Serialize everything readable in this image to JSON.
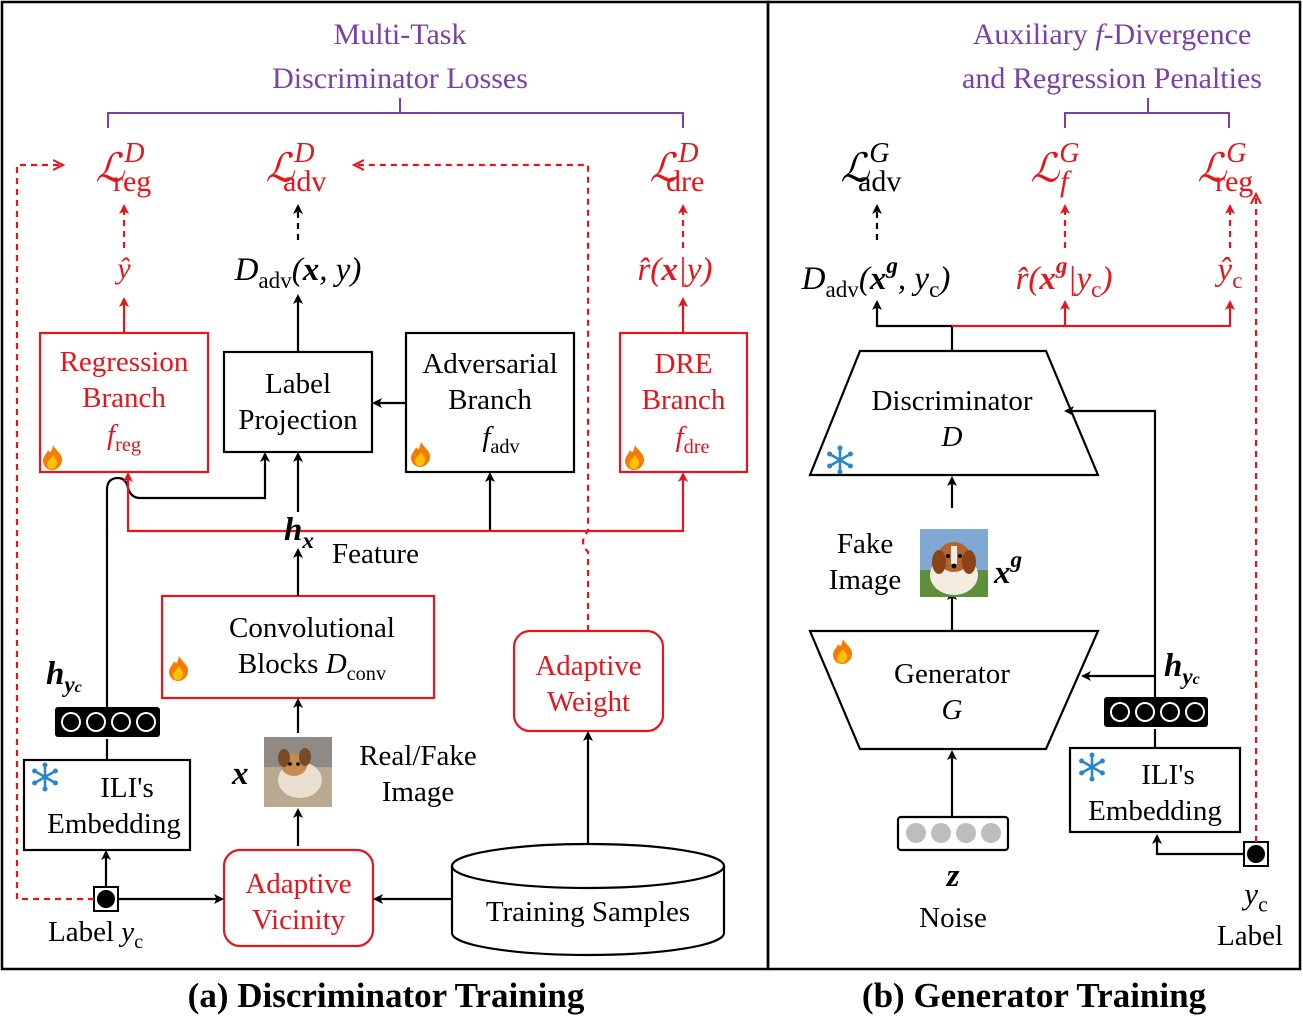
{
  "panel_a": {
    "title": "Multi-Task\nDiscriminator Losses",
    "caption": "(a) Discriminator Training",
    "loss_reg": "L^D_reg",
    "loss_adv": "L^D_adv",
    "loss_dre": "L^D_dre",
    "y_hat": "ŷ",
    "d_adv_output": "D_adv(x, y)",
    "r_hat": "r̂(x|y)",
    "regression_branch": [
      "Regression",
      "Branch",
      "f_reg"
    ],
    "label_projection": [
      "Label",
      "Projection"
    ],
    "adversarial_branch": [
      "Adversarial",
      "Branch",
      "f_adv"
    ],
    "dre_branch": [
      "DRE",
      "Branch",
      "f_dre"
    ],
    "feature_symbol": "h_x",
    "feature_label": "Feature",
    "conv_blocks": [
      "Convolutional",
      "Blocks D_conv"
    ],
    "adaptive_weight": [
      "Adaptive",
      "Weight"
    ],
    "h_yc": "h_yc",
    "embedding": [
      "ILI's",
      "Embedding"
    ],
    "x_symbol": "x",
    "real_fake_image": [
      "Real/Fake",
      "Image"
    ],
    "label": "Label y_c",
    "adaptive_vicinity": [
      "Adaptive",
      "Vicinity"
    ],
    "training_samples": "Training Samples"
  },
  "panel_b": {
    "title": "Auxiliary f-Divergence\nand Regression Penalties",
    "caption": "(b) Generator Training",
    "loss_adv": "L^G_adv",
    "loss_f": "L^G_f",
    "loss_reg": "L^G_reg",
    "d_adv_output": "D_adv(x^g, y_c)",
    "r_hat": "r̂(x^g|y_c)",
    "y_hat": "ŷ_c",
    "discriminator": [
      "Discriminator",
      "D"
    ],
    "fake_image": [
      "Fake",
      "Image"
    ],
    "xg_symbol": "x^g",
    "generator": [
      "Generator",
      "G"
    ],
    "h_yc": "h_yc",
    "embedding": [
      "ILI's",
      "Embedding"
    ],
    "z_symbol": "z",
    "noise": "Noise",
    "y_c": "y_c",
    "label": "Label"
  },
  "icons": {
    "trainable": "fire-icon",
    "frozen": "snowflake-icon"
  },
  "colors": {
    "red": "#e8141c",
    "purple": "#7b3fa6",
    "black": "#000000"
  }
}
